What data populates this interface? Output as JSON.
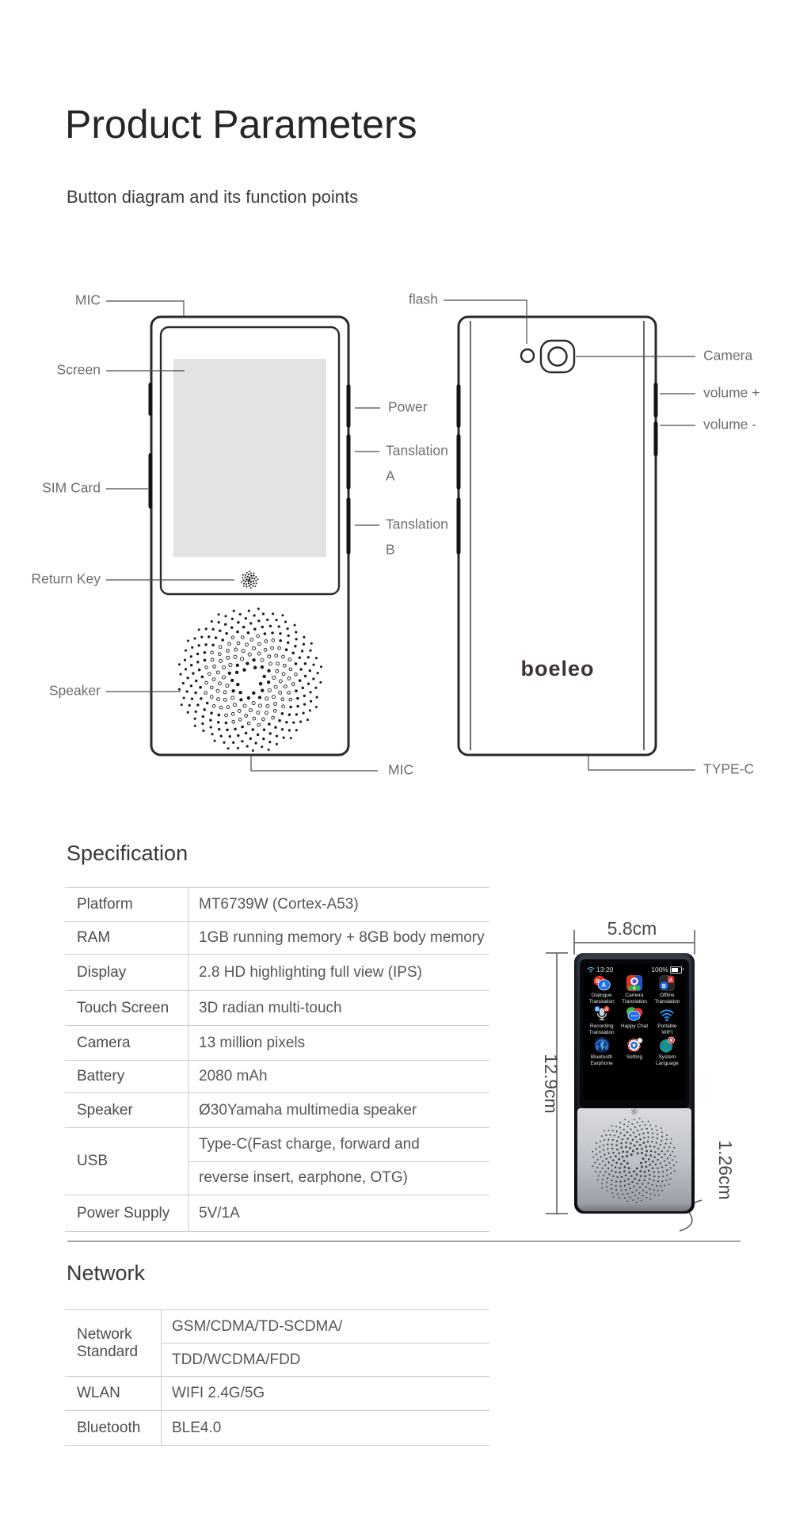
{
  "page": {
    "title": "Product Parameters",
    "subtitle": "Button diagram and its function points"
  },
  "diagram": {
    "front": {
      "mic_top": "MIC",
      "screen": "Screen",
      "sim_card": "SIM Card",
      "return_key": "Return Key",
      "speaker": "Speaker",
      "mic_bottom": "MIC",
      "power": "Power",
      "translation_a_word": "Tanslation",
      "translation_a_letter": "A",
      "translation_b_word": "Tanslation",
      "translation_b_letter": "B"
    },
    "back": {
      "flash": "flash",
      "camera": "Camera",
      "volume_up": "volume +",
      "volume_down": "volume -",
      "type_c": "TYPE-C",
      "logo": "boeleo"
    }
  },
  "specification": {
    "heading": "Specification",
    "rows": [
      {
        "label": "Platform",
        "value": "MT6739W (Cortex-A53)"
      },
      {
        "label": "RAM",
        "value": "1GB running memory + 8GB body memory"
      },
      {
        "label": "Display",
        "value": "2.8 HD highlighting full view (IPS)"
      },
      {
        "label": "Touch Screen",
        "value": "3D radian multi-touch"
      },
      {
        "label": "Camera",
        "value": "13 million pixels"
      },
      {
        "label": "Battery",
        "value": "2080 mAh"
      },
      {
        "label": "Speaker",
        "value": "Ø30Yamaha multimedia speaker"
      },
      {
        "label": "USB",
        "value_line1": "Type-C(Fast charge, forward and",
        "value_line2": "reverse insert, earphone, OTG)"
      },
      {
        "label": "Power Supply",
        "value": "5V/1A"
      }
    ]
  },
  "network": {
    "heading": "Network",
    "rows": [
      {
        "label_line1": "Network",
        "label_line2": "Standard",
        "value_line1": "GSM/CDMA/TD-SCDMA/",
        "value_line2": "TDD/WCDMA/FDD"
      },
      {
        "label": "WLAN",
        "value": "WIFI 2.4G/5G"
      },
      {
        "label": "Bluetooth",
        "value": "BLE4.0"
      }
    ]
  },
  "product_photo": {
    "dimensions": {
      "width": "5.8cm",
      "height": "12.9cm",
      "depth": "1.26cm"
    },
    "status_bar": {
      "time": "13:20",
      "battery_level": "100%"
    },
    "apps": [
      {
        "label": "Dialogue Translation"
      },
      {
        "label": "Camera Translation"
      },
      {
        "label": "Offline Translation"
      },
      {
        "label": "Recording Translation"
      },
      {
        "label": "Happy Chat"
      },
      {
        "label": "Portable WIFI"
      },
      {
        "label": "Bluetooth Earphone"
      },
      {
        "label": "Setting"
      },
      {
        "label": "System Language"
      }
    ]
  },
  "colors": {
    "line_art": "#2a2a2a",
    "label_text": "#6e6e6e",
    "screen_fill": "#e3e3e3",
    "table_line": "#cccccc",
    "logo_text": "#3b3336"
  }
}
